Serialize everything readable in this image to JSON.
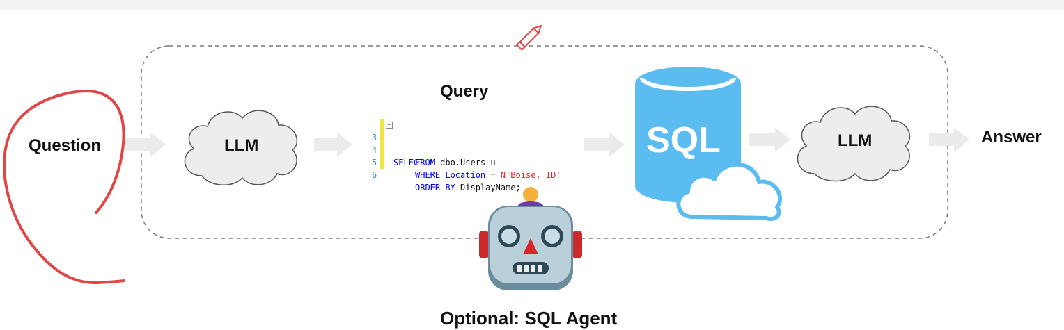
{
  "labels": {
    "question": "Question",
    "llm_first": "LLM",
    "query_title": "Query",
    "sql": "SQL",
    "llm_second": "LLM",
    "answer": "Answer",
    "agent": "Optional: SQL Agent"
  },
  "code": {
    "lines": [
      {
        "num": "3",
        "keyword": "SELECT",
        "rest": " *"
      },
      {
        "num": "4",
        "keyword": "FROM",
        "rest": " dbo.Users u"
      },
      {
        "num": "5",
        "keyword": "WHERE",
        "mid": " Location",
        "op": " = ",
        "str": "N'Boise, ID'"
      },
      {
        "num": "6",
        "keyword": "ORDER BY",
        "rest": " DisplayName;"
      }
    ]
  },
  "icons": [
    "pencil-icon",
    "database-icon",
    "cloud-icon",
    "robot-icon",
    "arrow-icon"
  ],
  "colors": {
    "database": "#5bbcf2",
    "annotation": "#e04646",
    "arrow": "#ebebeb",
    "cloud_fill": "#ededed",
    "dashed_border": "#7a7a7a"
  }
}
